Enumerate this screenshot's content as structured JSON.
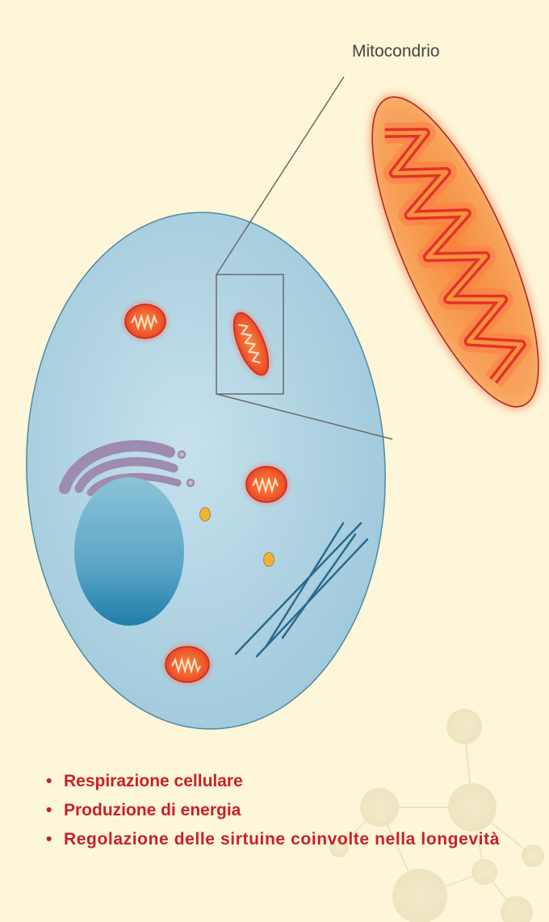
{
  "figure": {
    "callout_label": "Mitocondrio",
    "bullet_glyph": "•",
    "functions": [
      "Respirazione cellulare",
      "Produzione di energia",
      "Regolazione delle sirtuine coinvolte nella longevità"
    ]
  },
  "colors": {
    "background": "#fdf6d8",
    "cell_fill": "#a9cfe0",
    "cell_stroke": "#4e8aa2",
    "nucleus": "#4a9cbe",
    "golgi": "#9e8bb0",
    "mitochondrion": "#e8432f",
    "vesicle": "#f0b23a",
    "cytoskeleton": "#2b6a8c",
    "text_red": "#c8202a",
    "text_gray": "#444444"
  }
}
